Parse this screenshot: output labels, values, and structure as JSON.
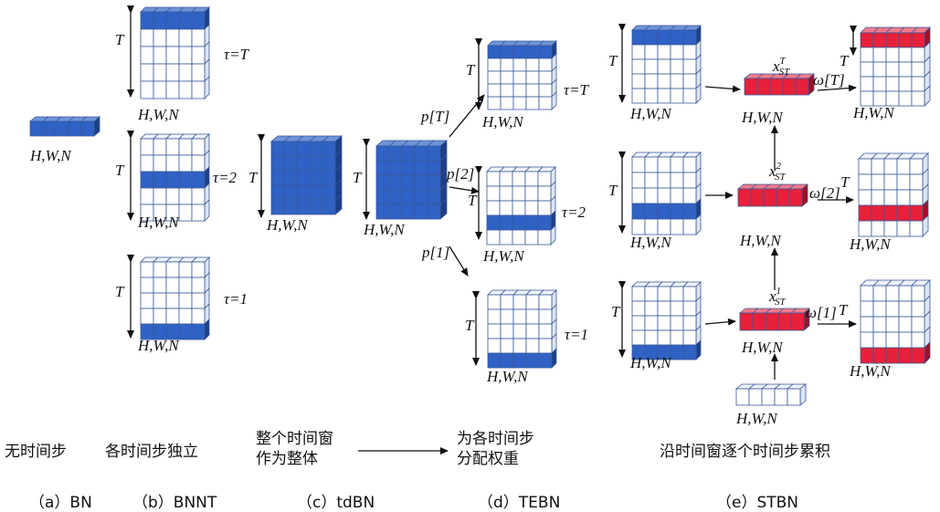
{
  "shared": {
    "dims": "H,W,N",
    "T": "T"
  },
  "bn": {
    "desc": "无时间步",
    "caption": "（a）BN"
  },
  "bnnt": {
    "tau_T": "τ=T",
    "tau_2": "τ=2",
    "tau_1": "τ=1",
    "desc": "各时间步独立",
    "caption": "（b）BNNT"
  },
  "tdbn": {
    "desc": [
      "整个时间窗",
      "作为整体"
    ],
    "caption": "（c）tdBN"
  },
  "tebn": {
    "p_T": "p[T]",
    "p_2": "p[2]",
    "p_1": "p[1]",
    "tau_T": "τ=T",
    "tau_2": "τ=2",
    "tau_1": "τ=1",
    "desc": [
      "为各时间步",
      "分配权重"
    ],
    "caption": "（d）TEBN"
  },
  "stbn": {
    "x_base": "x",
    "x_T_sup": "T",
    "x_2_sup": "2",
    "x_1_sup": "1",
    "x_sub": "ST",
    "w_T": "ω[T]",
    "w_2": "ω[2]",
    "w_1": "ω[1]",
    "desc": "沿时间窗逐个时间步累积",
    "caption": "（e）STBN"
  },
  "colors": {
    "blue": "#2f62c4",
    "blue_dark": "#1d3f86",
    "blue_top": "#6f93da",
    "red": "#e8203a",
    "red_dark": "#a01022",
    "red_top": "#f27a8a",
    "cell": "#ffffff",
    "cell_side": "#dde5f1",
    "cell_top": "#eef2f8",
    "grid": "#3a5a9a"
  }
}
